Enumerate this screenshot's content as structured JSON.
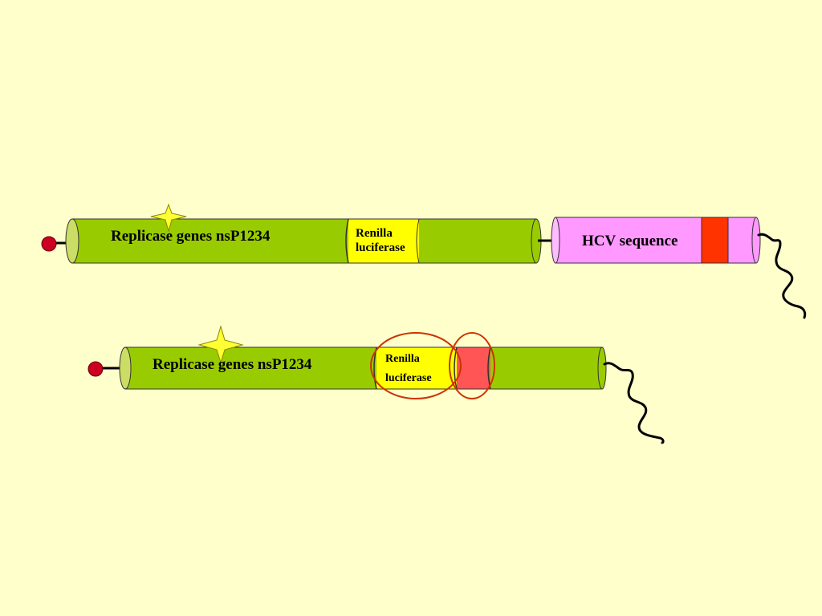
{
  "colors": {
    "background": "#FFFFCC",
    "replicase": "#99CC00",
    "replicase_cap": "#CCDD66",
    "luciferase": "#FFFF00",
    "hcv": "#FF99FF",
    "hcv_marker": "#FF3300",
    "fused_marker": "#FF5555",
    "cap": "#CC0022",
    "highlight": "#CC3300",
    "star": "#FFFF33"
  },
  "construct_1": {
    "replicase_label": "Replicase genes nsP1234",
    "renilla_line1": "Renilla",
    "renilla_line2": "luciferase",
    "hcv_label": "HCV sequence",
    "cap_icon": "red-circle-cap-icon",
    "star_icon": "four-point-star-icon",
    "tail_icon": "poly-a-tail-icon"
  },
  "construct_2": {
    "replicase_label": "Replicase genes nsP1234",
    "renilla_line1": "Renilla",
    "renilla_line2": "luciferase",
    "cap_icon": "red-circle-cap-icon",
    "star_icon": "four-point-star-icon",
    "tail_icon": "poly-a-tail-icon"
  }
}
